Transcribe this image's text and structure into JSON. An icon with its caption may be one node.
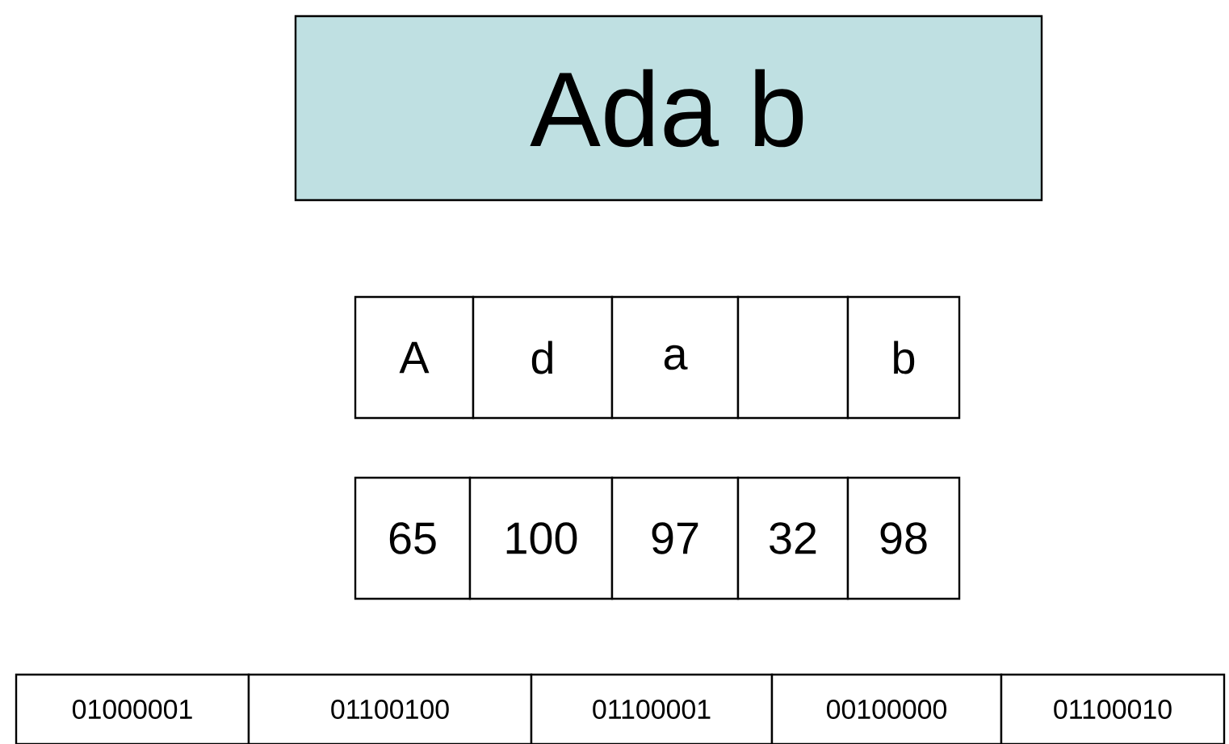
{
  "diagram": {
    "nodes": [
      {
        "text": [
          "Ada b"
        ]
      },
      {
        "text": [
          "A"
        ]
      },
      {
        "text": [
          "d"
        ]
      },
      {
        "text": [
          "a"
        ]
      },
      {
        "text": [],
        "shape": "box"
      },
      {
        "text": [
          "b"
        ]
      },
      {
        "text": [
          "65"
        ]
      },
      {
        "text": [
          "100"
        ]
      },
      {
        "text": [
          "97"
        ]
      },
      {
        "text": [
          "32"
        ]
      },
      {
        "text": [
          "98"
        ]
      },
      {
        "text": [
          "01000001"
        ]
      },
      {
        "text": [
          "01100100"
        ]
      },
      {
        "text": [
          "01100001"
        ]
      },
      {
        "text": [
          "00100000"
        ]
      },
      {
        "text": [
          "01100010"
        ]
      }
    ]
  }
}
